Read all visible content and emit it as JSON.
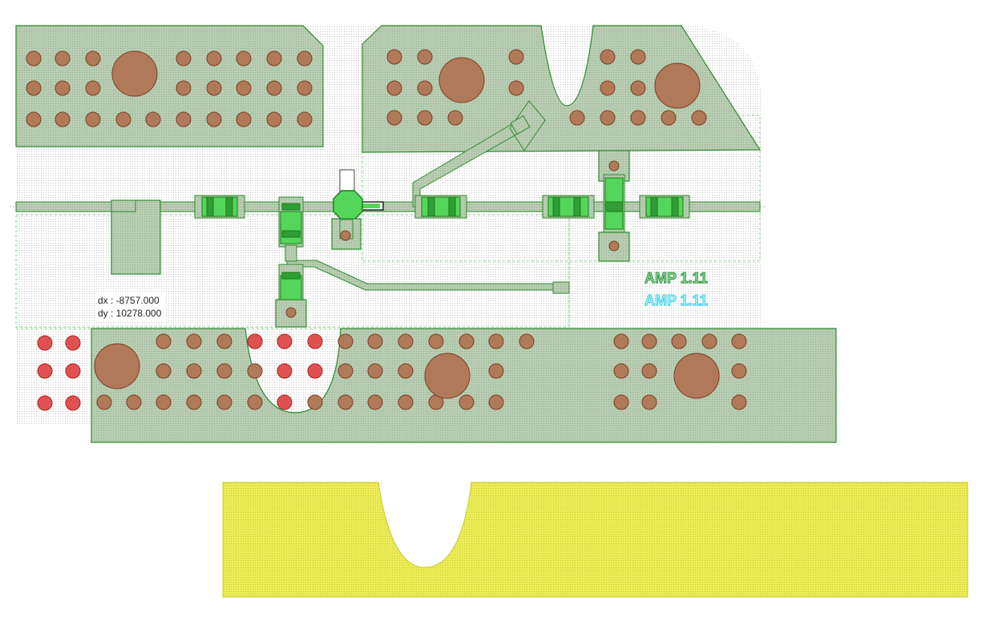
{
  "colors": {
    "copper_fill": "#b9cdb3",
    "copper_stroke": "#2e8b2e",
    "via_fill": "#b07a5a",
    "via_stroke": "#7a3e22",
    "drill_fill": "#e05252",
    "drill_stroke": "#b02020",
    "component_fill": "#54d65a",
    "component_stroke": "#1a7a1a",
    "silk_fill": "#ecec58",
    "silk_stroke": "#c8c830",
    "label_primary": "#1f8f3a",
    "label_secondary": "#28d2e8",
    "background": "#ffffff"
  },
  "coordinates": {
    "dx_line": "dx : -8757.000",
    "dy_line": "dy : 10278.000"
  },
  "labels": {
    "primary": "AMP 1.11",
    "secondary": "AMP 1.11"
  }
}
